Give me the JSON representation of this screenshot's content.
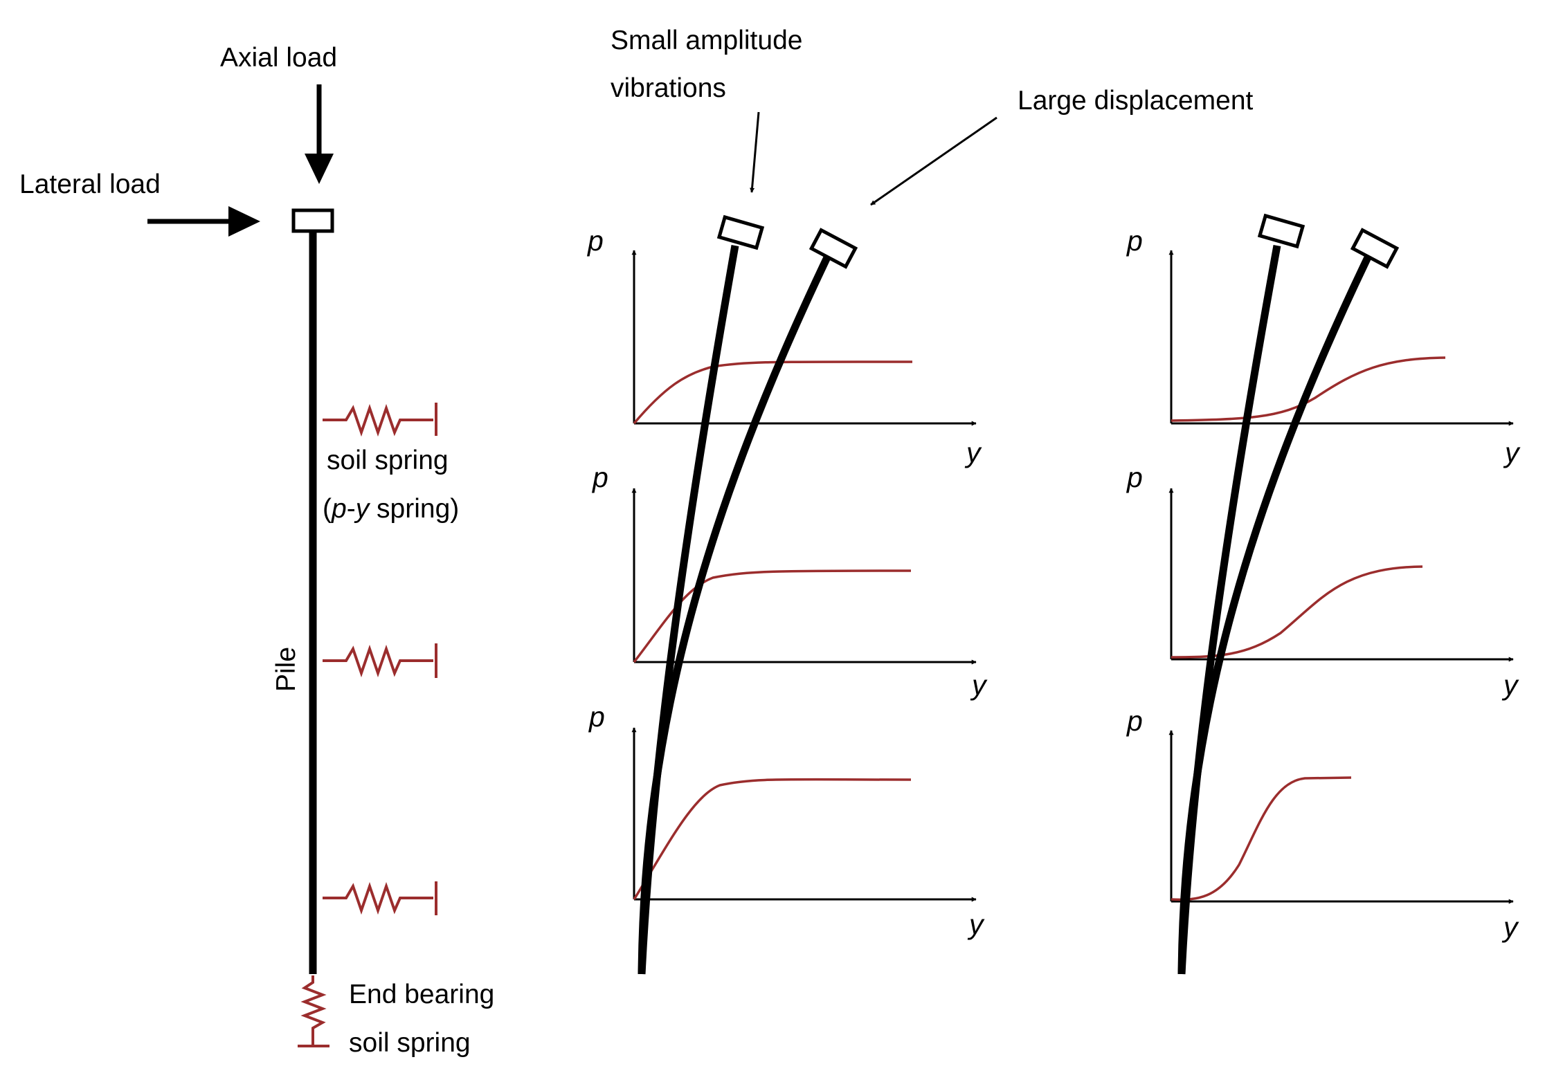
{
  "labels": {
    "axial_load": "Axial load",
    "lateral_load": "Lateral load",
    "pile": "Pile",
    "soil_spring_line1": "soil spring",
    "soil_spring_open": "(",
    "soil_spring_p": "p",
    "soil_spring_dash": "-",
    "soil_spring_y": "y",
    "soil_spring_close": " spring)",
    "end_bearing_line1": "End bearing",
    "end_bearing_line2": "soil spring",
    "small_amplitude_line1": "Small amplitude",
    "small_amplitude_line2": "vibrations",
    "large_displacement": "Large displacement"
  },
  "axes": {
    "p_label": "p",
    "y_label": "y"
  },
  "colors": {
    "pile": "#000000",
    "spring": "#9b2d2d",
    "curve": "#9b2d2d",
    "arrow": "#000000"
  }
}
